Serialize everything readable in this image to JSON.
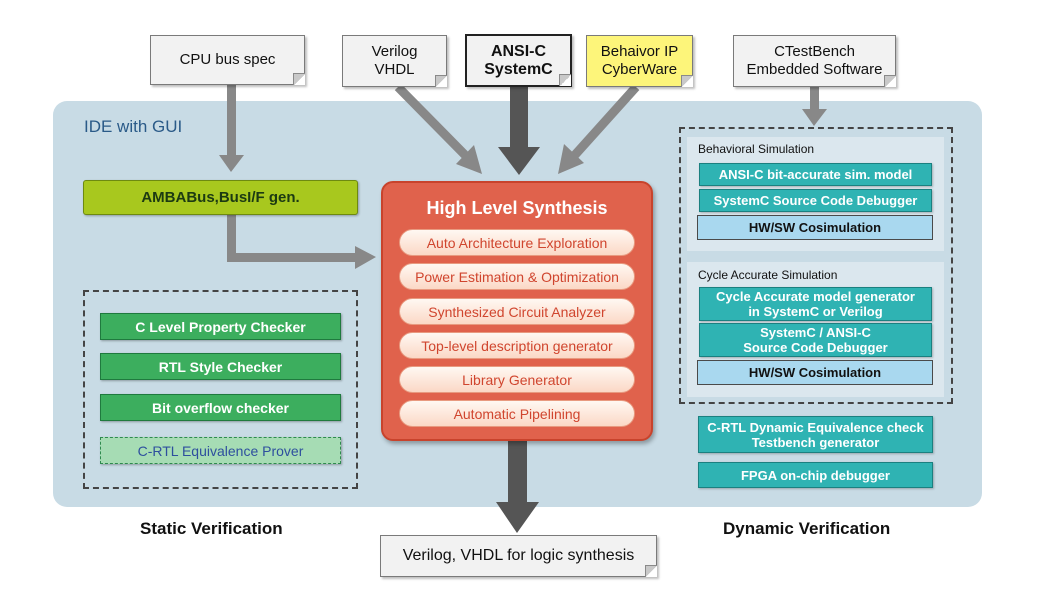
{
  "ide_label": "IDE with GUI",
  "inputs": {
    "cpu_bus_spec": "CPU bus spec",
    "verilog_vhdl_line1": "Verilog",
    "verilog_vhdl_line2": "VHDL",
    "ansi_c_line1": "ANSI-C",
    "ansi_c_line2": "SystemC",
    "behavior_ip_line1": "Behaivor IP",
    "behavior_ip_line2": "CyberWare",
    "ctestbench_line1": "CTestBench",
    "ctestbench_line2": "Embedded Software"
  },
  "amba_label": "AMBABus,BusI/F gen.",
  "hls": {
    "title": "High Level Synthesis",
    "items": [
      "Auto Architecture Exploration",
      "Power Estimation & Optimization",
      "Synthesized Circuit Analyzer",
      "Top-level description generator",
      "Library Generator",
      "Automatic Pipelining"
    ]
  },
  "static_verification": {
    "items": [
      "C Level Property Checker",
      "RTL Style Checker",
      "Bit overflow checker",
      "C-RTL Equivalence Prover"
    ],
    "caption": "Static Verification"
  },
  "dynamic_verification": {
    "behavioral": {
      "label": "Behavioral Simulation",
      "items": [
        "ANSI-C bit-accurate sim. model",
        "SystemC Source Code Debugger"
      ],
      "cosim": "HW/SW Cosimulation"
    },
    "cycle": {
      "label": "Cycle Accurate Simulation",
      "item1_line1": "Cycle Accurate model  generator",
      "item1_line2": "in SystemC or Verilog",
      "item2_line1": "SystemC / ANSI-C",
      "item2_line2": "Source Code Debugger",
      "cosim": "HW/SW Cosimulation"
    },
    "crtl_line1": "C-RTL Dynamic Equivalence check",
    "crtl_line2": "Testbench generator",
    "fpga": "FPGA on-chip debugger",
    "caption": "Dynamic Verification"
  },
  "output_label": "Verilog, VHDL for logic synthesis",
  "colors": {
    "ide_panel": "#c8dbe5",
    "hls_block": "#e0624c",
    "amba": "#a8c81e",
    "static_button": "#3cae5e",
    "dynamic_button": "#2fb3b3",
    "cosim": "#a9d8ef",
    "arrow": "#888888",
    "main_arrow": "#555555"
  }
}
